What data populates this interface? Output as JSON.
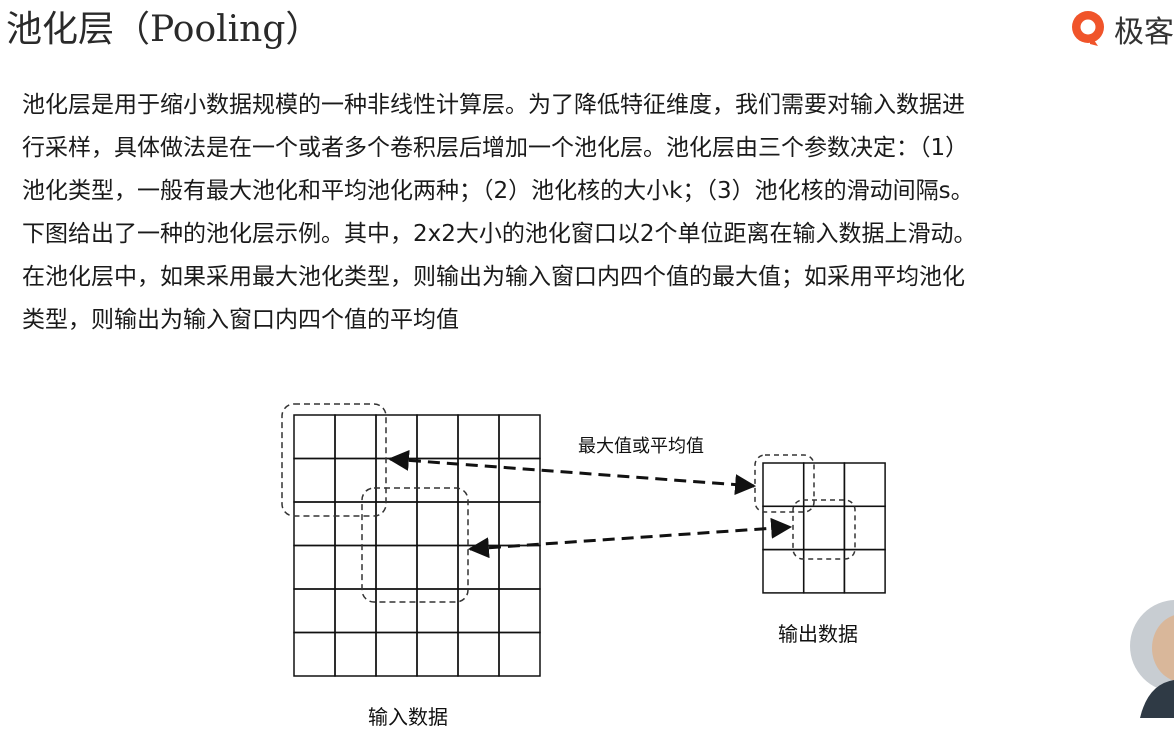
{
  "title": {
    "cn": "池化层",
    "paren_open": "（",
    "en": "Pooling",
    "paren_close": "）"
  },
  "logo": {
    "text": "极客",
    "icon": "geek-logo-icon",
    "color": "#f0542a"
  },
  "body": {
    "lines": [
      "池化层是用于缩小数据规模的一种非线性计算层。为了降低特征维度，我们需要对输入数据进",
      "行采样，具体做法是在一个或者多个卷积层后增加一个池化层。池化层由三个参数决定：（1）",
      "池化类型，一般有最大池化和平均池化两种；（2）池化核的大小k；（3）池化核的滑动间隔s。",
      "下图给出了一种的池化层示例。其中，2x2大小的池化窗口以2个单位距离在输入数据上滑动。",
      "在池化层中，如果采用最大池化类型，则输出为输入窗口内四个值的最大值；如采用平均池化",
      "类型，则输出为输入窗口内四个值的平均值"
    ]
  },
  "diagram": {
    "input_label": "输入数据",
    "output_label": "输出数据",
    "arrow_label": "最大值或平均值",
    "input_grid": {
      "rows": 6,
      "cols": 6
    },
    "output_grid": {
      "rows": 3,
      "cols": 3
    }
  }
}
